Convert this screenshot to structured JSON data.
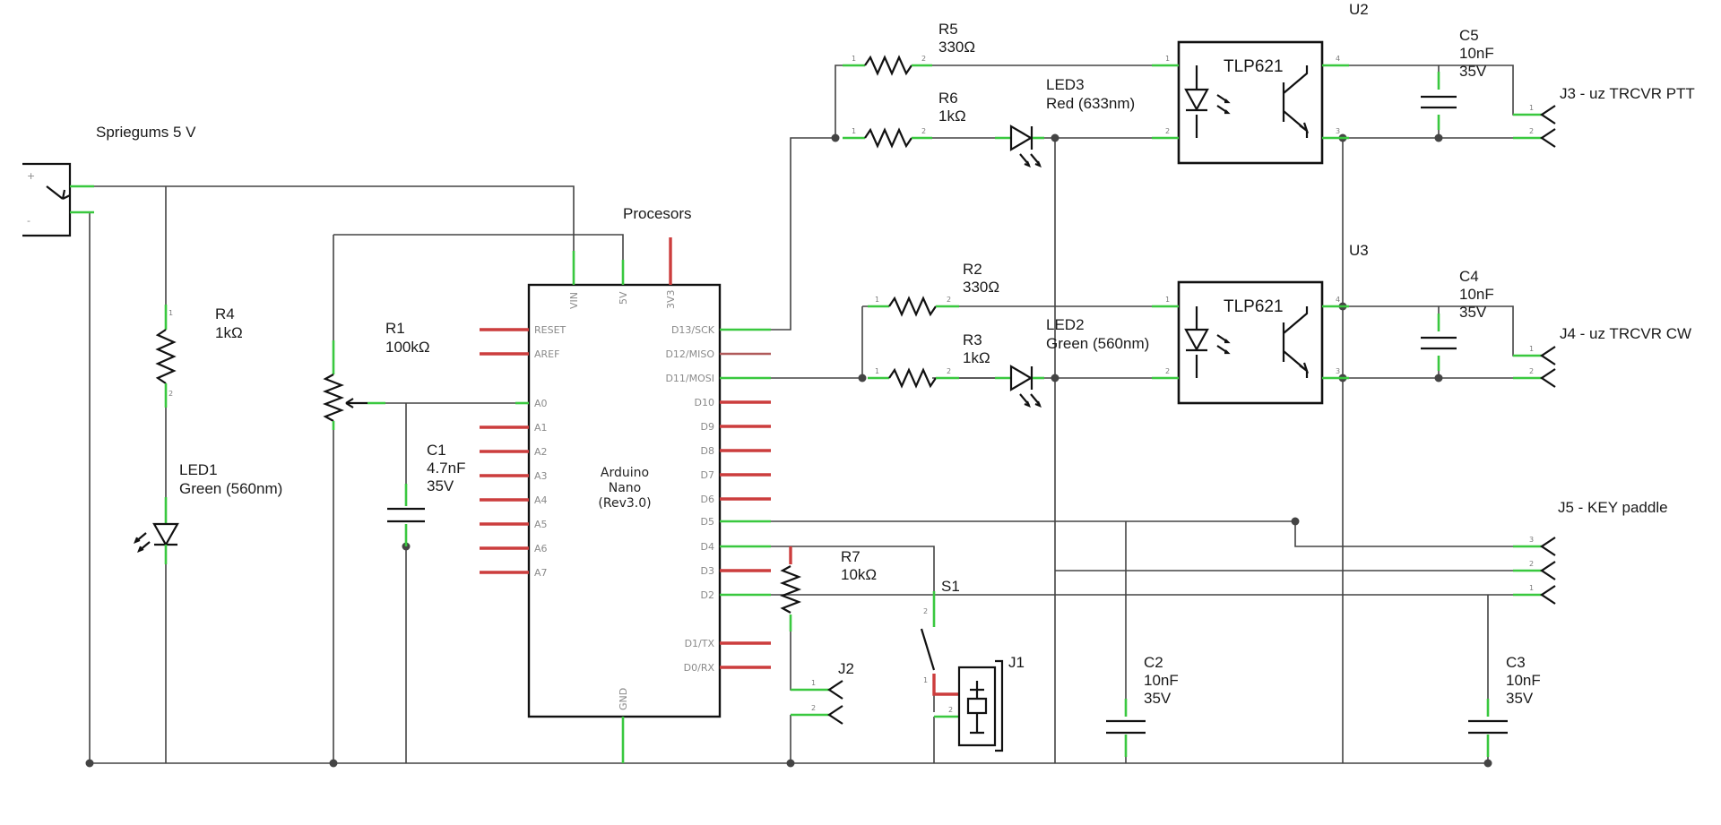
{
  "power": {
    "label": "Spriegums 5 V",
    "plus": "+",
    "minus": "-"
  },
  "processor": {
    "section": "Procesors",
    "name": "Arduino",
    "sub": "Nano",
    "rev": "(Rev3.0)",
    "top_pins": [
      "VIN",
      "5V",
      "3V3"
    ],
    "left_pins": [
      "RESET",
      "AREF",
      "A0",
      "A1",
      "A2",
      "A3",
      "A4",
      "A5",
      "A6",
      "A7"
    ],
    "right_pins": [
      "D13/SCK",
      "D12/MISO",
      "D11/MOSI",
      "D10",
      "D9",
      "D8",
      "D7",
      "D6",
      "D5",
      "D4",
      "D3",
      "D2",
      "D1/TX",
      "D0/RX"
    ],
    "bottom_pin": "GND"
  },
  "components": {
    "R4": {
      "ref": "R4",
      "value": "1kΩ"
    },
    "LED1": {
      "ref": "LED1",
      "value": "Green (560nm)"
    },
    "R1": {
      "ref": "R1",
      "value": "100kΩ"
    },
    "C1": {
      "ref": "C1",
      "value": "4.7nF",
      "rating": "35V"
    },
    "R5": {
      "ref": "R5",
      "value": "330Ω"
    },
    "R6": {
      "ref": "R6",
      "value": "1kΩ"
    },
    "LED3": {
      "ref": "LED3",
      "value": "Red (633nm)"
    },
    "R2": {
      "ref": "R2",
      "value": "330Ω"
    },
    "R3": {
      "ref": "R3",
      "value": "1kΩ"
    },
    "LED2": {
      "ref": "LED2",
      "value": "Green (560nm)"
    },
    "U2": {
      "ref": "U2",
      "part": "TLP621"
    },
    "U3": {
      "ref": "U3",
      "part": "TLP621"
    },
    "C5": {
      "ref": "C5",
      "value": "10nF",
      "rating": "35V"
    },
    "C4": {
      "ref": "C4",
      "value": "10nF",
      "rating": "35V"
    },
    "C2": {
      "ref": "C2",
      "value": "10nF",
      "rating": "35V"
    },
    "C3": {
      "ref": "C3",
      "value": "10nF",
      "rating": "35V"
    },
    "R7": {
      "ref": "R7",
      "value": "10kΩ"
    },
    "S1": {
      "ref": "S1"
    },
    "J1": {
      "ref": "J1"
    },
    "J2": {
      "ref": "J2"
    }
  },
  "connectors": {
    "J3": "J3 - uz TRCVR PTT",
    "J4": "J4 - uz TRCVR CW",
    "J5": "J5 - KEY paddle"
  },
  "pin_numbers": {
    "one": "1",
    "two": "2",
    "three": "3",
    "four": "4"
  }
}
